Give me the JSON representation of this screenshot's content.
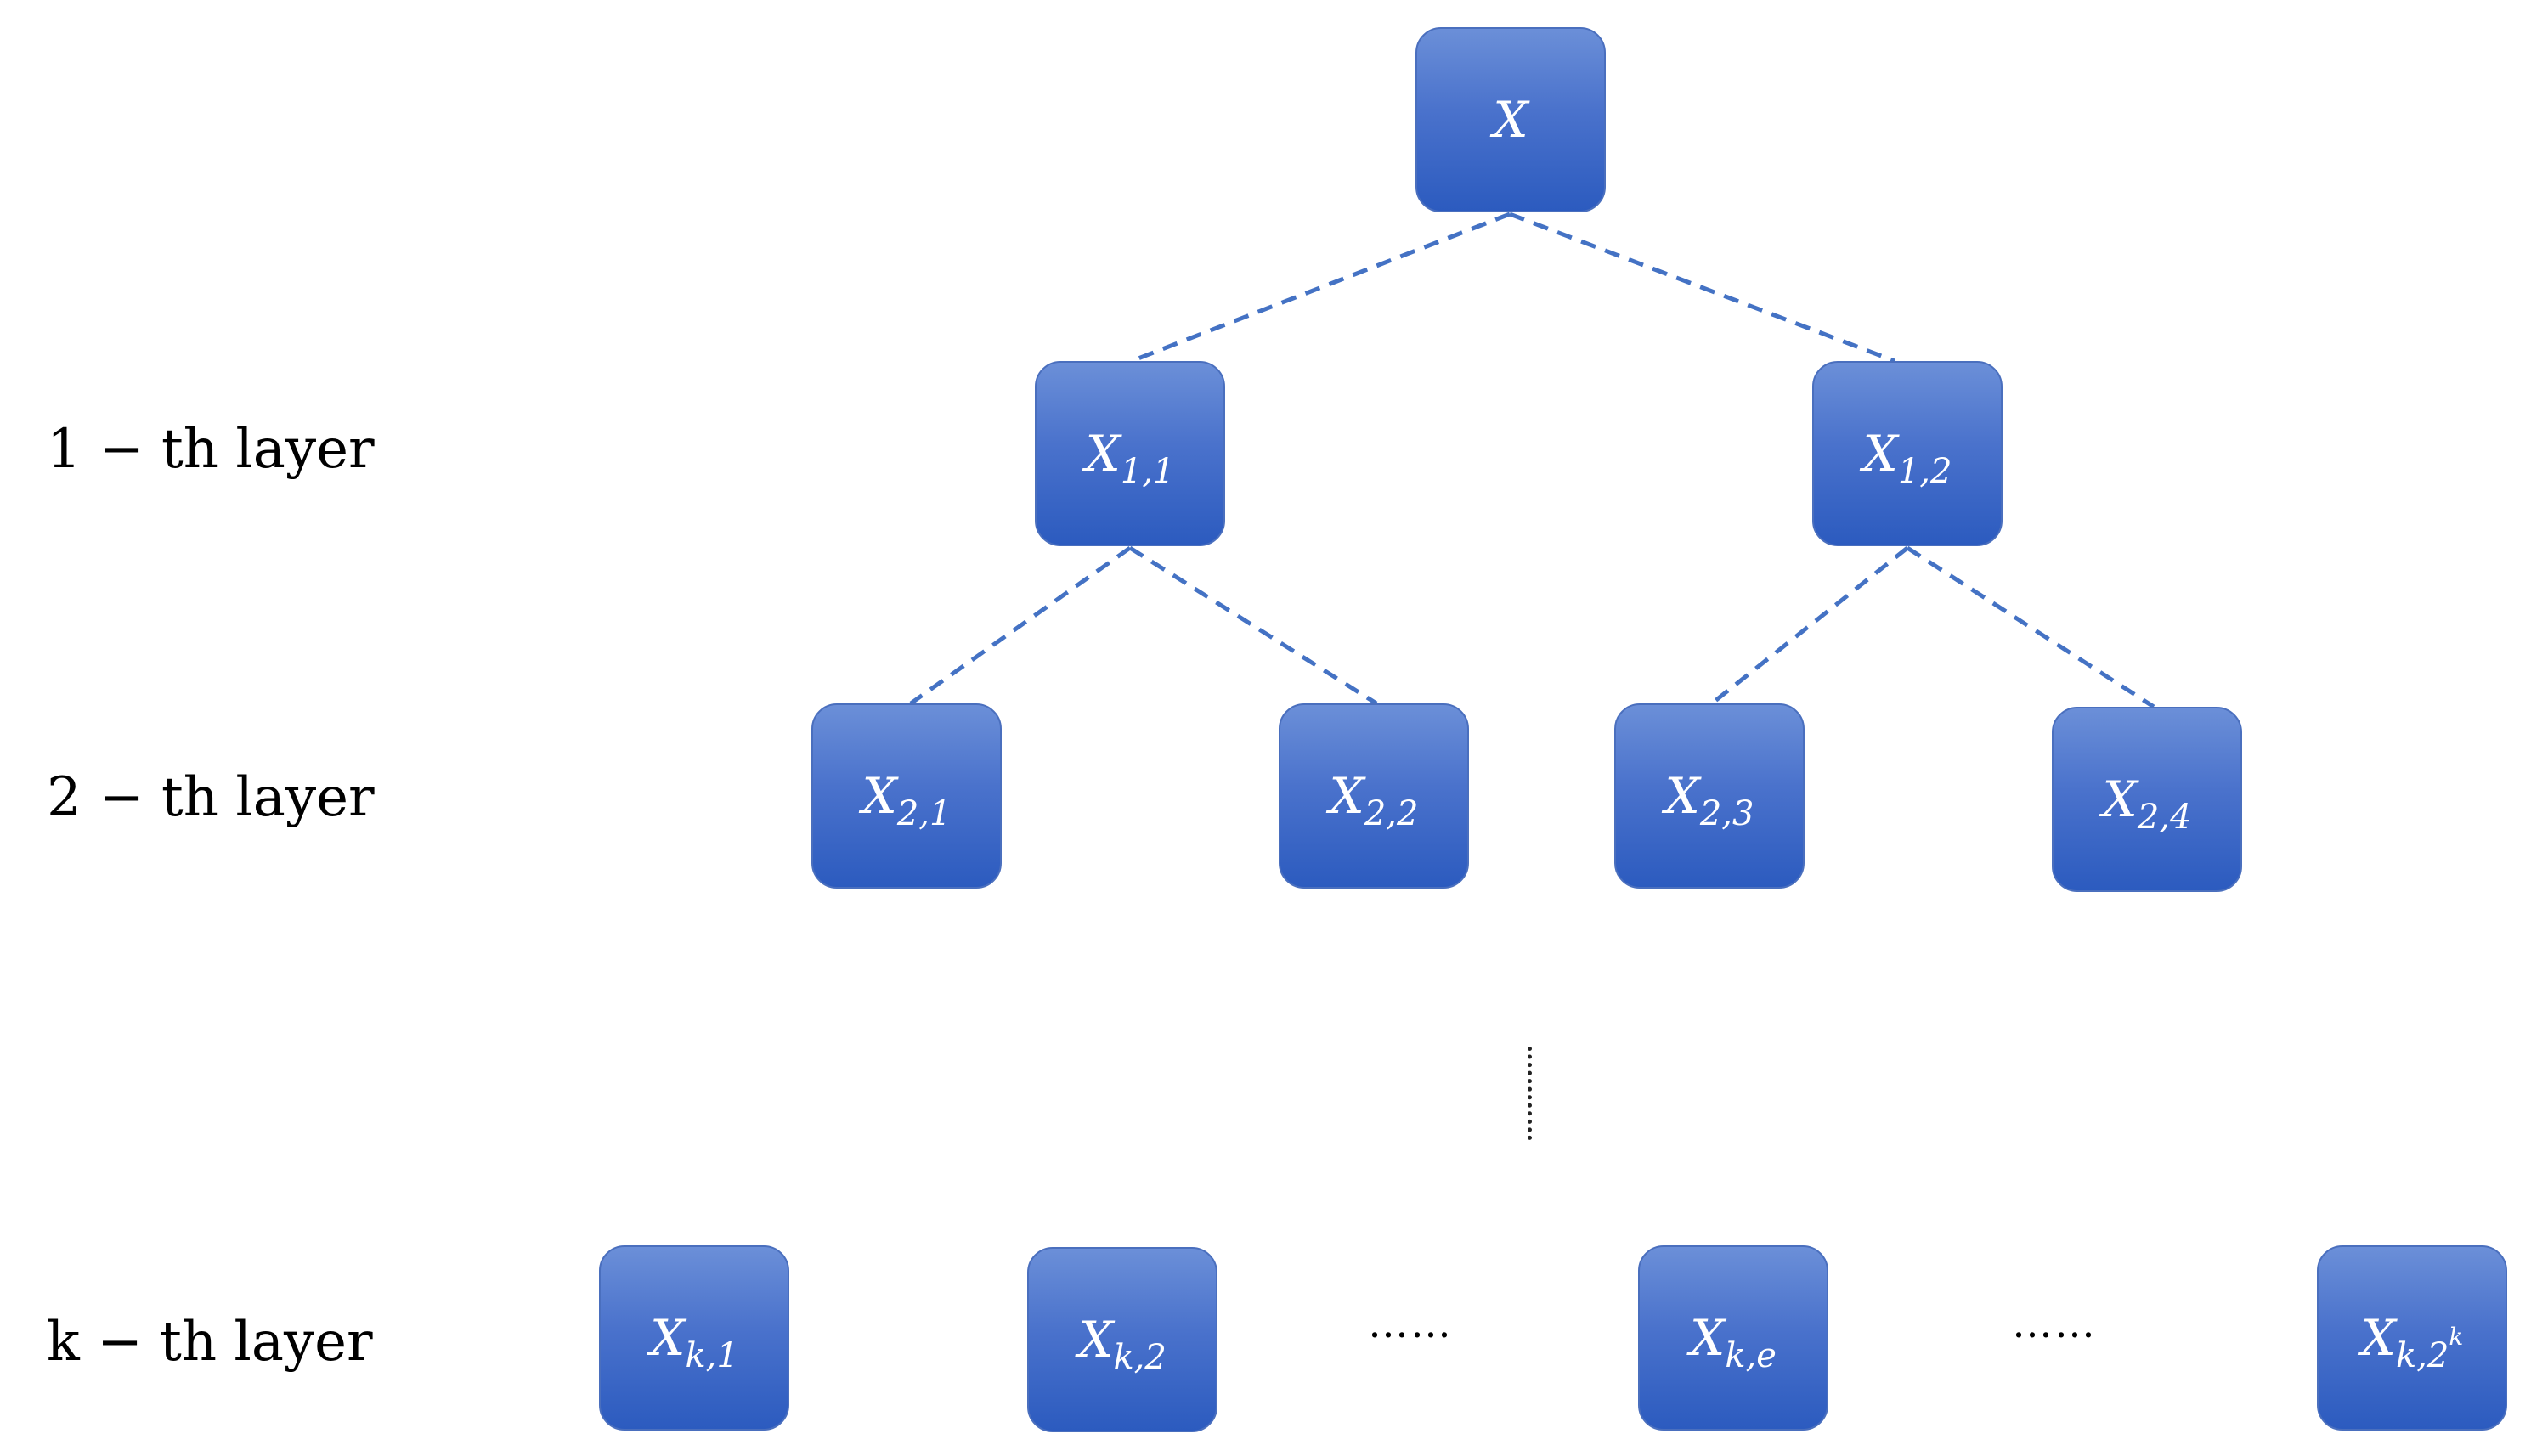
{
  "layers": [
    {
      "label": "1 − th layer"
    },
    {
      "label": "2 − th layer"
    },
    {
      "label": "k − th layer"
    }
  ],
  "nodes": {
    "root": {
      "base": "X",
      "sub": ""
    },
    "n11": {
      "base": "X",
      "sub": "1,1"
    },
    "n12": {
      "base": "X",
      "sub": "1,2"
    },
    "n21": {
      "base": "X",
      "sub": "2,1"
    },
    "n22": {
      "base": "X",
      "sub": "2,2"
    },
    "n23": {
      "base": "X",
      "sub": "2,3"
    },
    "n24": {
      "base": "X",
      "sub": "2,4"
    },
    "nk1": {
      "base": "X",
      "sub": "k,1"
    },
    "nk2": {
      "base": "X",
      "sub": "k,2"
    },
    "nke": {
      "base": "X",
      "sub": "k,e"
    },
    "nk2k": {
      "base": "X",
      "sub": "k,2",
      "sup": "k"
    }
  },
  "ellipsis": "……",
  "colors": {
    "node": "#4a72cc",
    "edge": "#4472c4"
  }
}
